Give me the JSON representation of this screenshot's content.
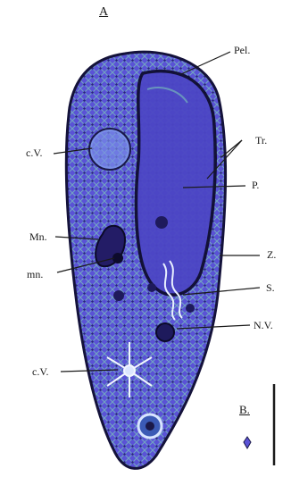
{
  "figure": {
    "panel_a_label": "A",
    "panel_b_label": "B.",
    "labels": {
      "pel": "Pel.",
      "tr": "Tr.",
      "p": "P.",
      "z": "Z.",
      "s": "S.",
      "nv": "N.V.",
      "cv_top": "c.V.",
      "mn_upper": "Mn.",
      "mn_lower": "mn.",
      "cv_bottom": "c.V."
    }
  },
  "colors": {
    "body_fill": "#5a52d6",
    "body_outline": "#14123a",
    "highlight": "#7cc8b8",
    "ink": "#1a1a1a"
  }
}
